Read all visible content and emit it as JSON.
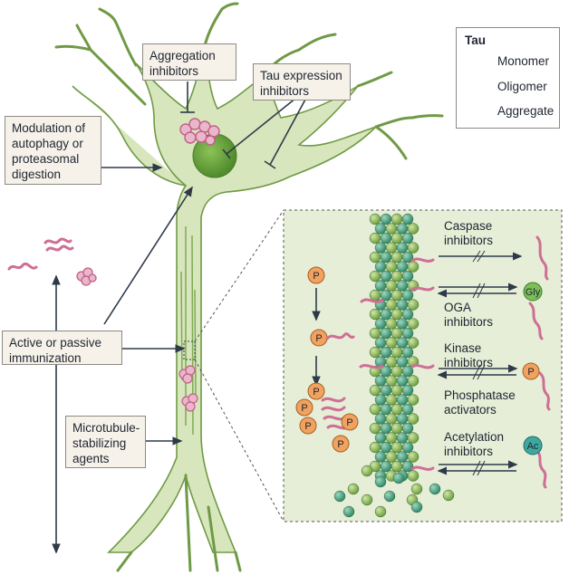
{
  "labels": {
    "aggregation_inhibitors": "Aggregation inhibitors",
    "tau_expression_inhibitors": "Tau expression inhibitors",
    "modulation": "Modulation of autophagy or proteasomal digestion",
    "immunization": "Active or passive immunization",
    "microtubule_stabilizing": "Microtubule-stabilizing agents"
  },
  "legend": {
    "title": "Tau",
    "monomer": "Monomer",
    "oligomer": "Oligomer",
    "aggregate": "Aggregate"
  },
  "inset": {
    "caspase": "Caspase inhibitors",
    "oga": "OGA inhibitors",
    "kinase": "Kinase inhibitors",
    "phosphatase": "Phosphatase activators",
    "acetylation": "Acetylation inhibitors",
    "phospho_mark": "P",
    "gly_mark": "Gly",
    "ac_mark": "Ac"
  },
  "colors": {
    "neuron_fill": "#d8e6bd",
    "neuron_stroke": "#6f9a45",
    "nucleus": "#6da53c",
    "inset_bg": "#e6eed8",
    "tau": "#cf6f95",
    "phospho": "#f0a25e",
    "acetyl": "#3fa7a0",
    "arrow": "#2e3a48"
  }
}
